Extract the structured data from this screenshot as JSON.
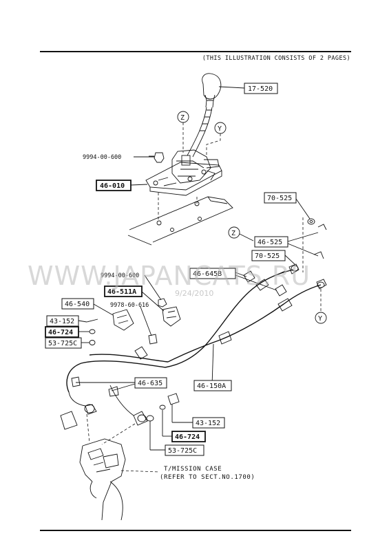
{
  "header": {
    "note": "(THIS ILLUSTRATION CONSISTS OF  2 PAGES)"
  },
  "watermark": {
    "text": "WWW.JAPANCATS.RU",
    "date": "9/24/2010"
  },
  "part_labels": {
    "p17_520": "17-520",
    "p9994_top": "9994-00-600",
    "p46_010": "46-010",
    "p70_525_a": "70-525",
    "p46_525": "46-525",
    "p70_525_b": "70-525",
    "p9994_mid": "9994-00-600",
    "p46_645b": "46-645B",
    "p46_511a": "46-511A",
    "p9978": "9978-60-616",
    "p46_540": "46-540",
    "p43_152_a": "43-152",
    "p46_724_a": "46-724",
    "p53_725c_a": "53-725C",
    "p46_635": "46-635",
    "p46_150a": "46-150A",
    "p43_152_b": "43-152",
    "p46_724_b": "46-724",
    "p53_725c_b": "53-725C"
  },
  "view_markers": {
    "z_top": "Z",
    "y_top": "Y",
    "z_right": "Z",
    "y_right": "Y"
  },
  "transmission_note": {
    "line1": "T/MISSION CASE",
    "line2": "(REFER TO SECT.NO.1700)"
  }
}
